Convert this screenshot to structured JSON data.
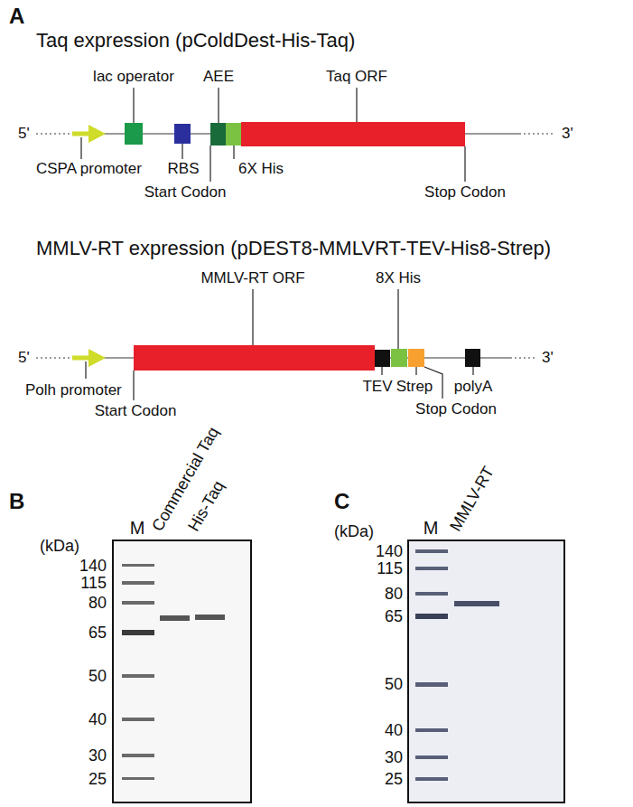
{
  "diagram": {
    "labels": [
      "A",
      "Taq expression (pColdDest-His-Taq)",
      "lac operator",
      "AEE",
      "Taq ORF",
      "RBS",
      "5'",
      "3'",
      "CSPA promoter",
      "6X His",
      "Start Codon",
      "Stop Codon",
      "MMLV-RT expression (pDEST8-MMLVRT-TEV-His8-Strep)",
      "MMLV-RT ORF",
      "8X His",
      "5'",
      "3'",
      "Polh promoter",
      "TEV",
      "Strep",
      "polyA",
      "Start Codon",
      "Stop Codon",
      "B",
      "C",
      "(kDa)",
      "140",
      "115",
      "80",
      "65",
      "50",
      "40",
      "30",
      "25",
      "M",
      "Commercial Taq",
      "His-Taq",
      "(kDa)",
      "140",
      "115",
      "80",
      "65",
      "50",
      "40",
      "30",
      "25",
      "M",
      "MMLV-RT"
    ]
  }
}
